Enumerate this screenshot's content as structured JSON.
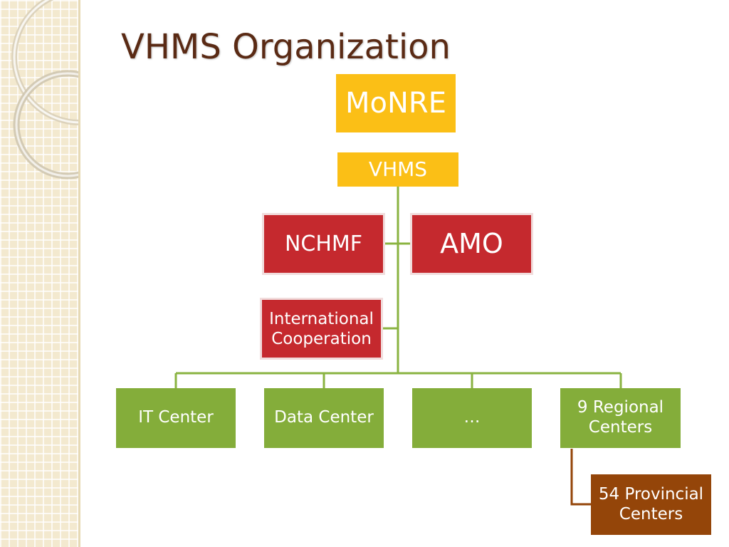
{
  "slide": {
    "title": "VHMS Organization"
  },
  "org": {
    "top": "MoNRE",
    "head": "VHMS",
    "staff_left": "NCHMF",
    "staff_right": "AMO",
    "staff_lower": [
      "International",
      "Cooperation"
    ],
    "units": [
      {
        "label": [
          "IT Center"
        ]
      },
      {
        "label": [
          "Data Center"
        ]
      },
      {
        "label": [
          "…"
        ]
      },
      {
        "label": [
          "9 Regional",
          "Centers"
        ]
      }
    ],
    "sub_unit": [
      "54 Provincial",
      "Centers"
    ]
  },
  "colors": {
    "title": "#5a2a14",
    "gold": "#fbbf16",
    "red": "#c5292e",
    "green": "#84ad3a",
    "brown": "#944509",
    "connector_green": "#8ab341",
    "connector_brown": "#944509",
    "side_strip": "#f3e9cf"
  }
}
